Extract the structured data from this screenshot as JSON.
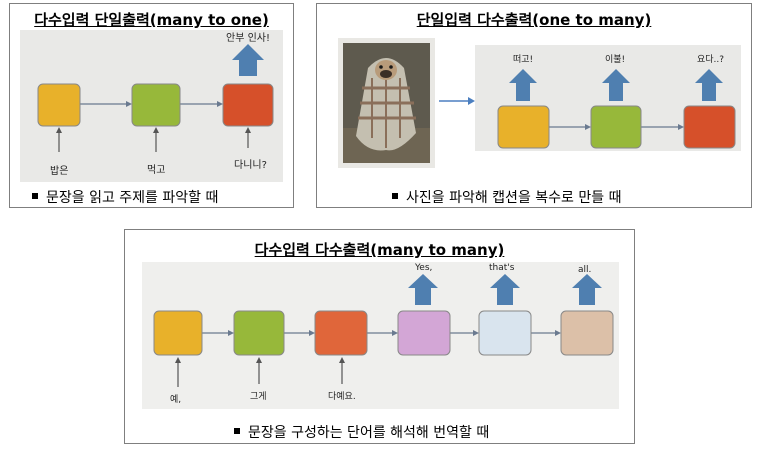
{
  "panels": {
    "many_to_one": {
      "title": "다수입력 단일출력(many to one)",
      "caption": "문장을 읽고 주제를 파악할 때",
      "inputs": [
        "밥은",
        "먹고",
        "다니니?"
      ],
      "output": "안부 인사!",
      "colors": [
        "#e8b12a",
        "#97b83a",
        "#d6502a"
      ]
    },
    "one_to_many": {
      "title": "단일입력 다수출력(one to many)",
      "caption": "사진을 파악해 캡션을 복수로 만들 때",
      "outputs": [
        "떠고!",
        "이불!",
        "요다..?"
      ],
      "colors": [
        "#e8b12a",
        "#97b83a",
        "#d6502a"
      ]
    },
    "many_to_many": {
      "title": "다수입력 다수출력(many to many)",
      "caption": "문장을 구성하는 단어를 해석해 번역할 때",
      "inputs": [
        "예,",
        "그게",
        "다예요."
      ],
      "outputs": [
        "Yes,",
        "that's",
        "all."
      ],
      "colors": [
        "#e8b12a",
        "#97b83a",
        "#e0663a",
        "#d3a6d6",
        "#d9e4ee",
        "#dcc0a8"
      ]
    }
  }
}
